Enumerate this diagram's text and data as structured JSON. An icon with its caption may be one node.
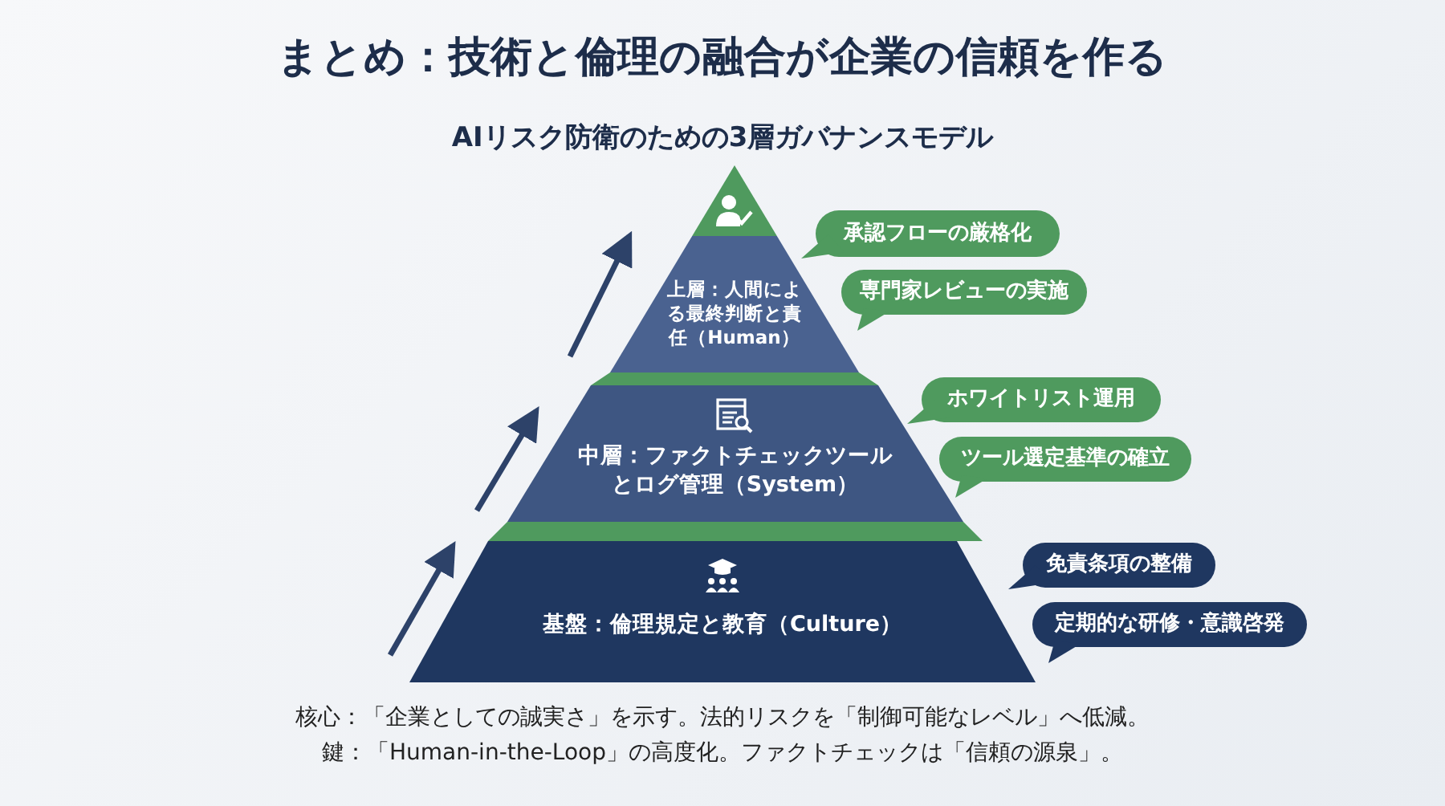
{
  "diagram": {
    "title": "まとめ：技術と倫理の融合が企業の信頼を作る",
    "nodes": [
      {
        "text": [
          "上層：人間による最終判断と責任（Human）"
        ]
      },
      {
        "text": [
          "中層：ファクトチェックツールとログ管理（System）"
        ]
      },
      {
        "text": [
          "基盤：倫理規定と教育（Culture）"
        ]
      },
      {
        "text": [
          "承認フローの厳格化"
        ]
      },
      {
        "text": [
          "専門家レビューの実施"
        ]
      },
      {
        "text": [
          "ホワイトリスト運用"
        ]
      },
      {
        "text": [
          "ツール選定基準の確立"
        ]
      },
      {
        "text": [
          "免責条項の整備"
        ]
      },
      {
        "text": [
          "定期的な研修・意識啓発"
        ]
      }
    ],
    "labels": [
      "AIリスク防衛のための3層ガバナンスモデル",
      "核心：「企業としての誠実さ」を示す。法的リスクを「制御可能なレベル」へ低減。",
      "鍵：「Human-in-the-Loop」の高度化。ファクトチェックは「信頼の源泉」。"
    ]
  }
}
